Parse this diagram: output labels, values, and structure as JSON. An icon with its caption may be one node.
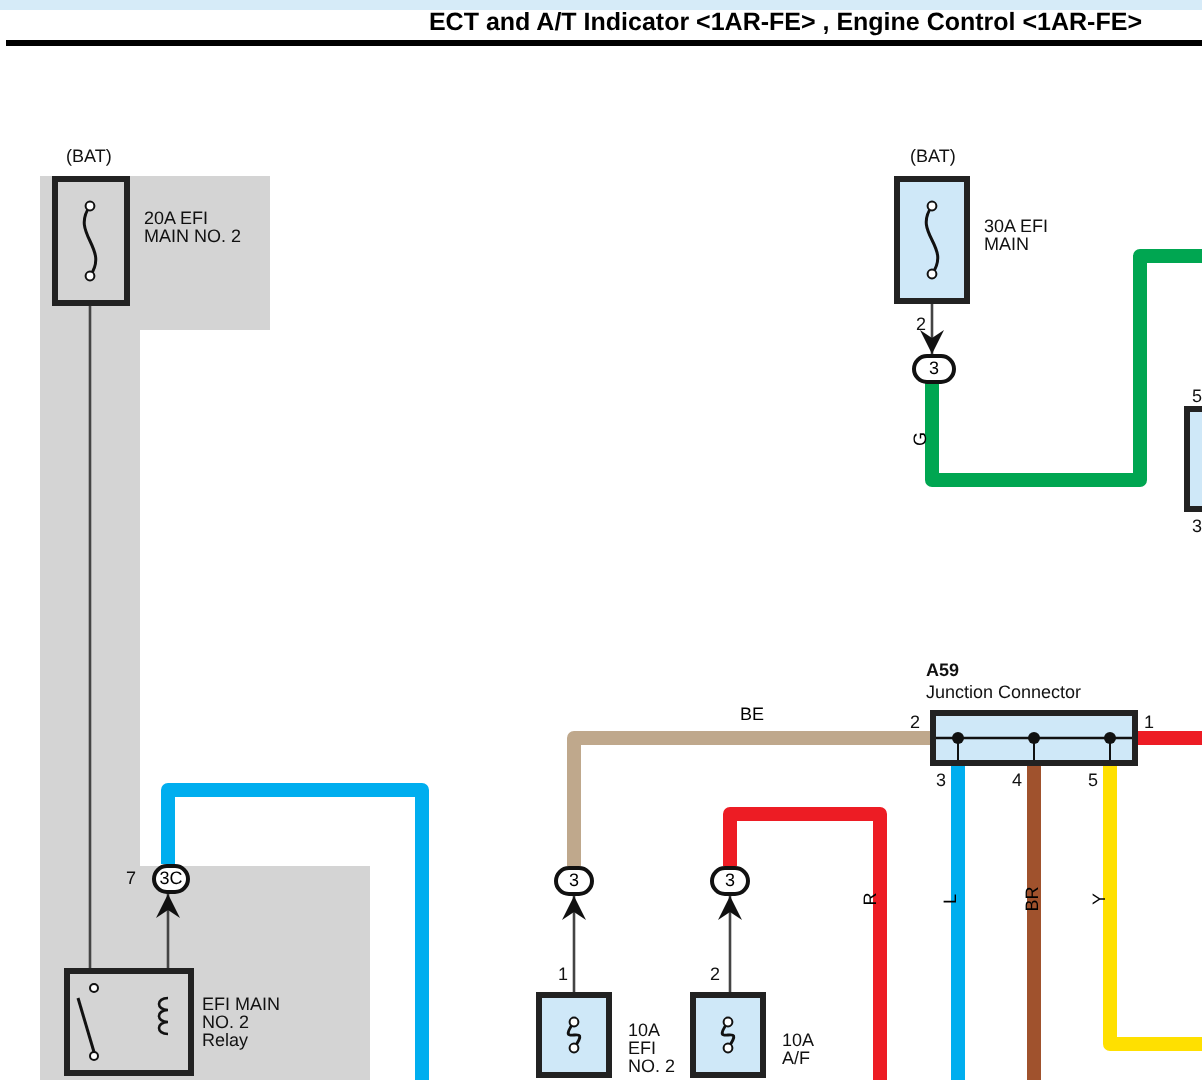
{
  "diagram": {
    "title": "ECT and A/T Indicator <1AR-FE> , Engine Control <1AR-FE>",
    "nodes": [
      {
        "text": [
          "(BAT)",
          "20A EFI MAIN NO. 2"
        ]
      },
      {
        "text": [
          "(BAT)",
          "30A EFI MAIN"
        ]
      },
      {
        "text": [
          "3"
        ]
      },
      {
        "text": [
          "EFI MAIN NO. 2 Relay"
        ]
      },
      {
        "text": [
          "3C"
        ],
        "beside": [
          "7"
        ]
      },
      {
        "text": [
          "A59",
          "Junction Connector"
        ]
      },
      {
        "text": [
          "3"
        ]
      },
      {
        "text": [
          "3"
        ]
      },
      {
        "text": [
          "10A EFI NO. 2"
        ]
      },
      {
        "text": [
          "10A A/F"
        ]
      },
      {
        "text": [],
        "shape": "box",
        "beside": [
          "5",
          "3"
        ]
      }
    ],
    "edges": [
      {
        "from": 0,
        "to": 3,
        "arrow": "none"
      },
      {
        "from": 1,
        "to": 2,
        "arrow": "to"
      },
      {
        "from": 2,
        "to": null,
        "arrow": "none",
        "label": "G",
        "color": "#00a651"
      },
      {
        "from": 3,
        "to": 4,
        "arrow": "to"
      },
      {
        "from": 4,
        "to": null,
        "arrow": "none",
        "color": "#00aeef"
      },
      {
        "from": 5,
        "to": 6,
        "arrow": "none",
        "label": "BE",
        "color": "#bfa88c"
      },
      {
        "from": 8,
        "to": 6,
        "arrow": "to"
      },
      {
        "from": 9,
        "to": 7,
        "arrow": "to"
      },
      {
        "from": 7,
        "to": null,
        "arrow": "none",
        "label": "R",
        "color": "#ed1c24"
      },
      {
        "from": 5,
        "to": null,
        "arrow": "none",
        "label": "L",
        "color": "#00aeef"
      },
      {
        "from": 5,
        "to": null,
        "arrow": "none",
        "label": "BR",
        "color": "#a0522d"
      },
      {
        "from": 5,
        "to": null,
        "arrow": "none",
        "label": "Y",
        "color": "#ffe000"
      },
      {
        "from": 5,
        "to": null,
        "arrow": "none",
        "color": "#ed1c24"
      }
    ],
    "labels": [
      "2",
      "2",
      "1",
      "3",
      "4",
      "5",
      "1",
      "2"
    ]
  }
}
